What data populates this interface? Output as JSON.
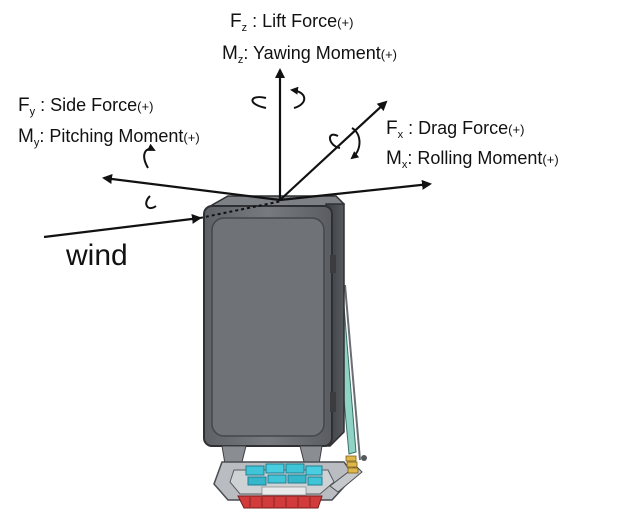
{
  "labels": {
    "fz": {
      "sym": "F",
      "sub": "z",
      "sep": " : ",
      "name": "Lift Force",
      "sign": "(+)"
    },
    "mz": {
      "sym": "M",
      "sub": "z",
      "sep": ":  ",
      "name": "Yawing Moment",
      "sign": "(+)"
    },
    "fy": {
      "sym": "F",
      "sub": "y",
      "sep": " : ",
      "name": "Side Force",
      "sign": "(+)"
    },
    "my": {
      "sym": "M",
      "sub": "y",
      "sep": ":  ",
      "name": "Pitching Moment",
      "sign": "(+)"
    },
    "fx": {
      "sym": "F",
      "sub": "x",
      "sep": " : ",
      "name": "Drag Force",
      "sign": "(+)"
    },
    "mx": {
      "sym": "M",
      "sub": "x",
      "sep": ":  ",
      "name": "Rolling Moment",
      "sign": "(+)"
    },
    "wind": "wind"
  },
  "colors": {
    "ink": "#111111",
    "body_dark": "#55585c",
    "body_face": "#6a6d72",
    "body_edge": "#2e3033",
    "pad_cyan": "#3fc4d8",
    "pad_red": "#d23b3b",
    "strut_teal": "#8fd3c4",
    "stand_grey": "#b9bcc0"
  },
  "icons": [
    "yaw-rotation-arrow-icon",
    "pitch-rotation-arrow-icon",
    "roll-rotation-arrow-icon"
  ]
}
